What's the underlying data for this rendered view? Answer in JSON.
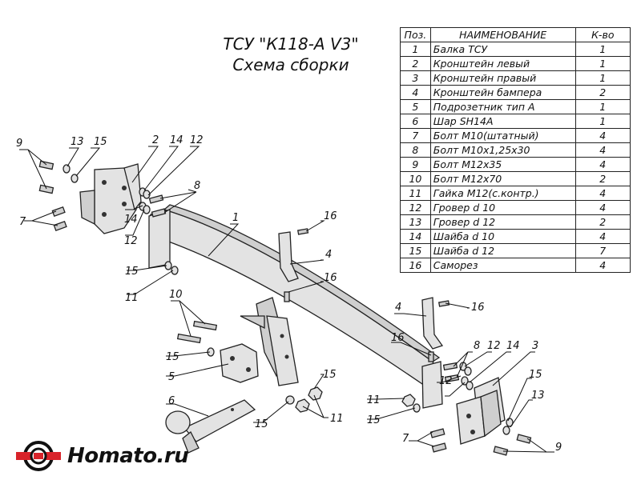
{
  "title": {
    "line1": "ТСУ \"К118-A V3\"",
    "line2": "Схема сборки"
  },
  "table": {
    "headers": {
      "pos": "Поз.",
      "name": "НАИМЕНОВАНИЕ",
      "qty": "К-во"
    },
    "rows": [
      {
        "pos": "1",
        "name": "Балка ТСУ",
        "qty": "1"
      },
      {
        "pos": "2",
        "name": "Кронштейн левый",
        "qty": "1"
      },
      {
        "pos": "3",
        "name": "Кронштейн правый",
        "qty": "1"
      },
      {
        "pos": "4",
        "name": "Кронштейн бампера",
        "qty": "2"
      },
      {
        "pos": "5",
        "name": "Подрозетник тип А",
        "qty": "1"
      },
      {
        "pos": "6",
        "name": "Шар SH14A",
        "qty": "1"
      },
      {
        "pos": "7",
        "name": "Болт М10(штатный)",
        "qty": "4"
      },
      {
        "pos": "8",
        "name": "Болт М10х1,25х30",
        "qty": "4"
      },
      {
        "pos": "9",
        "name": "Болт М12х35",
        "qty": "4"
      },
      {
        "pos": "10",
        "name": "Болт М12х70",
        "qty": "2"
      },
      {
        "pos": "11",
        "name": "Гайка М12(с.контр.)",
        "qty": "4"
      },
      {
        "pos": "12",
        "name": "Гровер d 10",
        "qty": "4"
      },
      {
        "pos": "13",
        "name": "Гровер d 12",
        "qty": "2"
      },
      {
        "pos": "14",
        "name": "Шайба d 10",
        "qty": "4"
      },
      {
        "pos": "15",
        "name": "Шайба d 12",
        "qty": "7"
      },
      {
        "pos": "16",
        "name": "Саморез",
        "qty": "4"
      }
    ]
  },
  "callouts": {
    "c9a": "9",
    "c13a": "13",
    "c15a": "15",
    "c2": "2",
    "c14a": "14",
    "c12a": "12",
    "c8a": "8",
    "c7a": "7",
    "c14b": "14",
    "c12b": "12",
    "c1": "1",
    "c15b": "15",
    "c11a": "11",
    "c16a": "16",
    "c4a": "4",
    "c16b": "16",
    "c4b": "4",
    "c16c": "16",
    "c10": "10",
    "c15c": "15",
    "c5": "5",
    "c6": "6",
    "c15d": "15",
    "c15e": "15",
    "c11b": "11",
    "c16d": "16",
    "c8b": "8",
    "c12c": "12",
    "c14c": "14",
    "c3": "3",
    "c12d": "12",
    "c11c": "11",
    "c15f": "15",
    "c15g": "15",
    "c13b": "13",
    "c7b": "7",
    "c9b": "9"
  },
  "logo": {
    "text": "Homato.ru"
  }
}
